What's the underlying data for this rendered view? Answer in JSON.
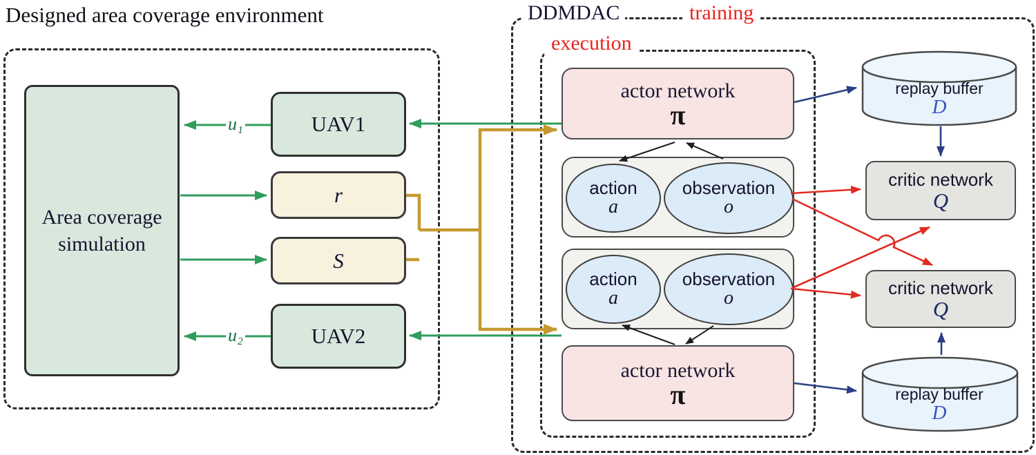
{
  "colors": {
    "green_arrow": "#2f9c5c",
    "gold_arrow": "#c69a30",
    "navy_arrow": "#2b3f87",
    "red_arrow": "#e02b22",
    "red_label_text": "#e8241f",
    "env_green_fill": "#d9e8dc",
    "cream_fill": "#f8f1de",
    "actor_pink_fill": "#f9e4e4",
    "agent_gray_fill": "#f2f2ee",
    "critic_gray_fill": "#e4e4e1",
    "ellipse_blue_fill": "#dcebf8",
    "cylinder_blue_fill": "#e9f3fc"
  },
  "environment": {
    "title": "Designed area coverage environment",
    "simulation_box": {
      "line1": "Area coverage",
      "line2": "simulation"
    },
    "uav1_label": "UAV1",
    "uav2_label": "UAV2",
    "reward_symbol": "r",
    "state_symbol": "S",
    "u1_label": "u₁",
    "u2_label": "u₂"
  },
  "ddmdac": {
    "label": "DDMDAC",
    "training_label": "training",
    "execution_label": "execution",
    "actors": [
      {
        "title": "actor network",
        "symbol": "π"
      },
      {
        "title": "actor network",
        "symbol": "π"
      }
    ],
    "agents": [
      {
        "action_label": "action",
        "action_symbol": "a",
        "observation_label": "observation",
        "observation_symbol": "o"
      },
      {
        "action_label": "action",
        "action_symbol": "a",
        "observation_label": "observation",
        "observation_symbol": "o"
      }
    ],
    "critics": [
      {
        "title": "critic network",
        "symbol": "Q"
      },
      {
        "title": "critic network",
        "symbol": "Q"
      }
    ],
    "replay_buffers": [
      {
        "title": "replay buffer",
        "symbol": "D"
      },
      {
        "title": "replay buffer",
        "symbol": "D"
      }
    ]
  }
}
